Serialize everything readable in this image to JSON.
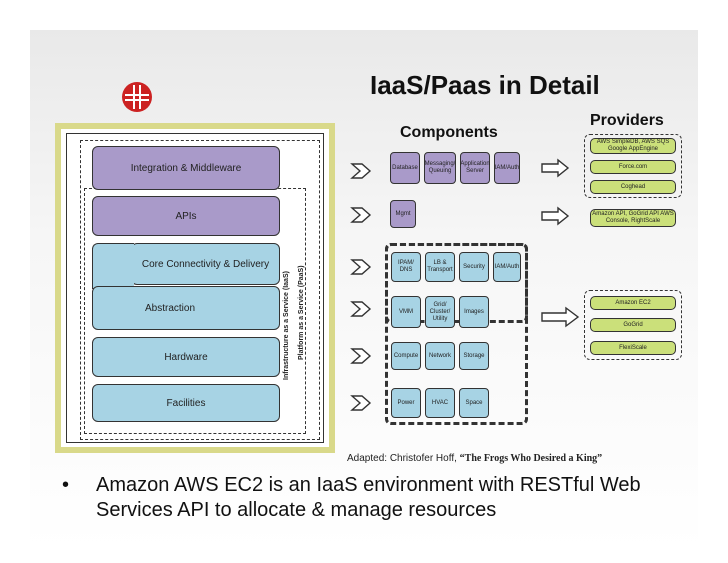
{
  "title": "IaaS/Paas in Detail",
  "components_heading": "Components",
  "providers_heading": "Providers",
  "stack": {
    "integration": "Integration & Middleware",
    "apis": "APIs",
    "core": "Core Connectivity & Delivery",
    "abstraction": "Abstraction",
    "hardware": "Hardware",
    "facilities": "Facilities",
    "iaas_label": "Infrastructure as a Service (IaaS)",
    "paas_label": "Platform as a Service (PaaS)"
  },
  "components": {
    "row1": [
      "Database",
      "Messaging/ Queuing",
      "Application Server",
      "IAM/Auth"
    ],
    "row2": [
      "Mgmt"
    ],
    "row3": [
      "IPAM/ DNS",
      "LB & Transport",
      "Security",
      "IAM/Auth"
    ],
    "row4": [
      "VMM",
      "Grid/ Cluster/ Utility",
      "Images"
    ],
    "row5": [
      "Compute",
      "Network",
      "Storage"
    ],
    "row6": [
      "Power",
      "HVAC",
      "Space"
    ]
  },
  "providers": {
    "group1": [
      "AWS SimpleDB, AWS SQS Google AppEngine",
      "Force.com",
      "Coghead"
    ],
    "group2": [
      "Amazon API, GoGrid API AWS Console, RightScale"
    ],
    "group3": [
      "Amazon EC2",
      "GoGrid",
      "FlexiScale"
    ]
  },
  "credit": {
    "prefix": "Adapted: Christofer Hoff, ",
    "work": "“The Frogs Who Desired a King”"
  },
  "bullet": {
    "marker": "•",
    "text": "Amazon AWS EC2 is an IaaS environment with RESTful Web Services API to allocate & manage resources"
  },
  "colors": {
    "platform": "#a99ac9",
    "infrastructure": "#a7d3e4",
    "provider": "#cbe07a",
    "frame": "#d9d98a"
  }
}
